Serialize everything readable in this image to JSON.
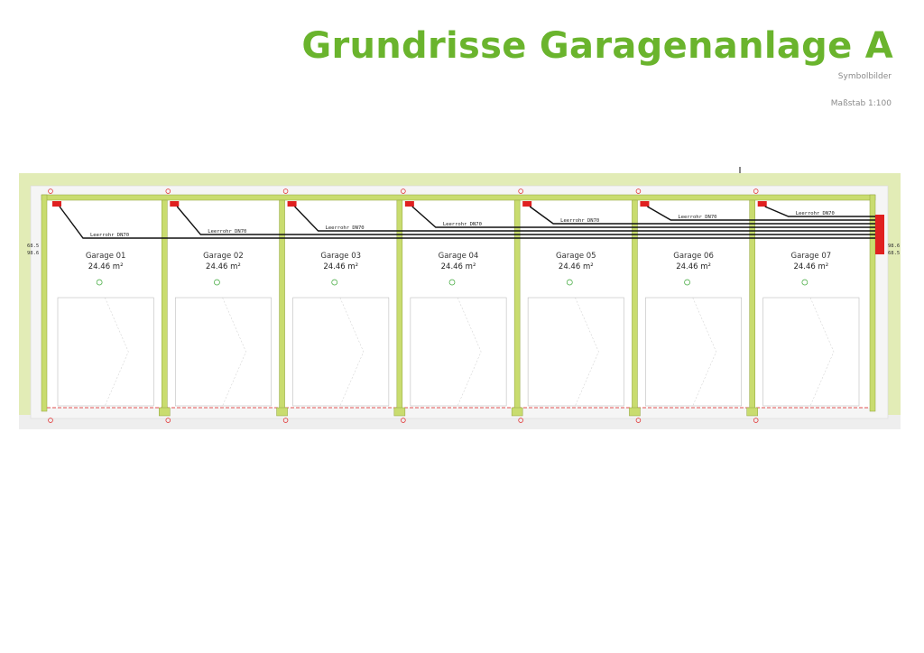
{
  "header": {
    "title": "Grundrisse Garagenanlage A",
    "subtitle": "Symbolbilder",
    "scale": "Maßstab 1:100"
  },
  "conduit_label": "Leerrohr DN70",
  "garages": [
    {
      "name": "Garage 01",
      "area": "24.46 m²"
    },
    {
      "name": "Garage 02",
      "area": "24.46 m²"
    },
    {
      "name": "Garage 03",
      "area": "24.46 m²"
    },
    {
      "name": "Garage 04",
      "area": "24.46 m²"
    },
    {
      "name": "Garage 05",
      "area": "24.46 m²"
    },
    {
      "name": "Garage 06",
      "area": "24.46 m²"
    },
    {
      "name": "Garage 07",
      "area": "24.46 m²"
    }
  ],
  "dimensions": {
    "left_top": "68.5",
    "left_bottom": "98.6",
    "right_top": "98.6",
    "right_bottom": "68.5"
  },
  "colors": {
    "accent_green": "#6ab42d",
    "wall_green": "#c9dc6f",
    "outer_green": "#e2ecb6",
    "conduit": "#111111",
    "red": "#e02020"
  }
}
